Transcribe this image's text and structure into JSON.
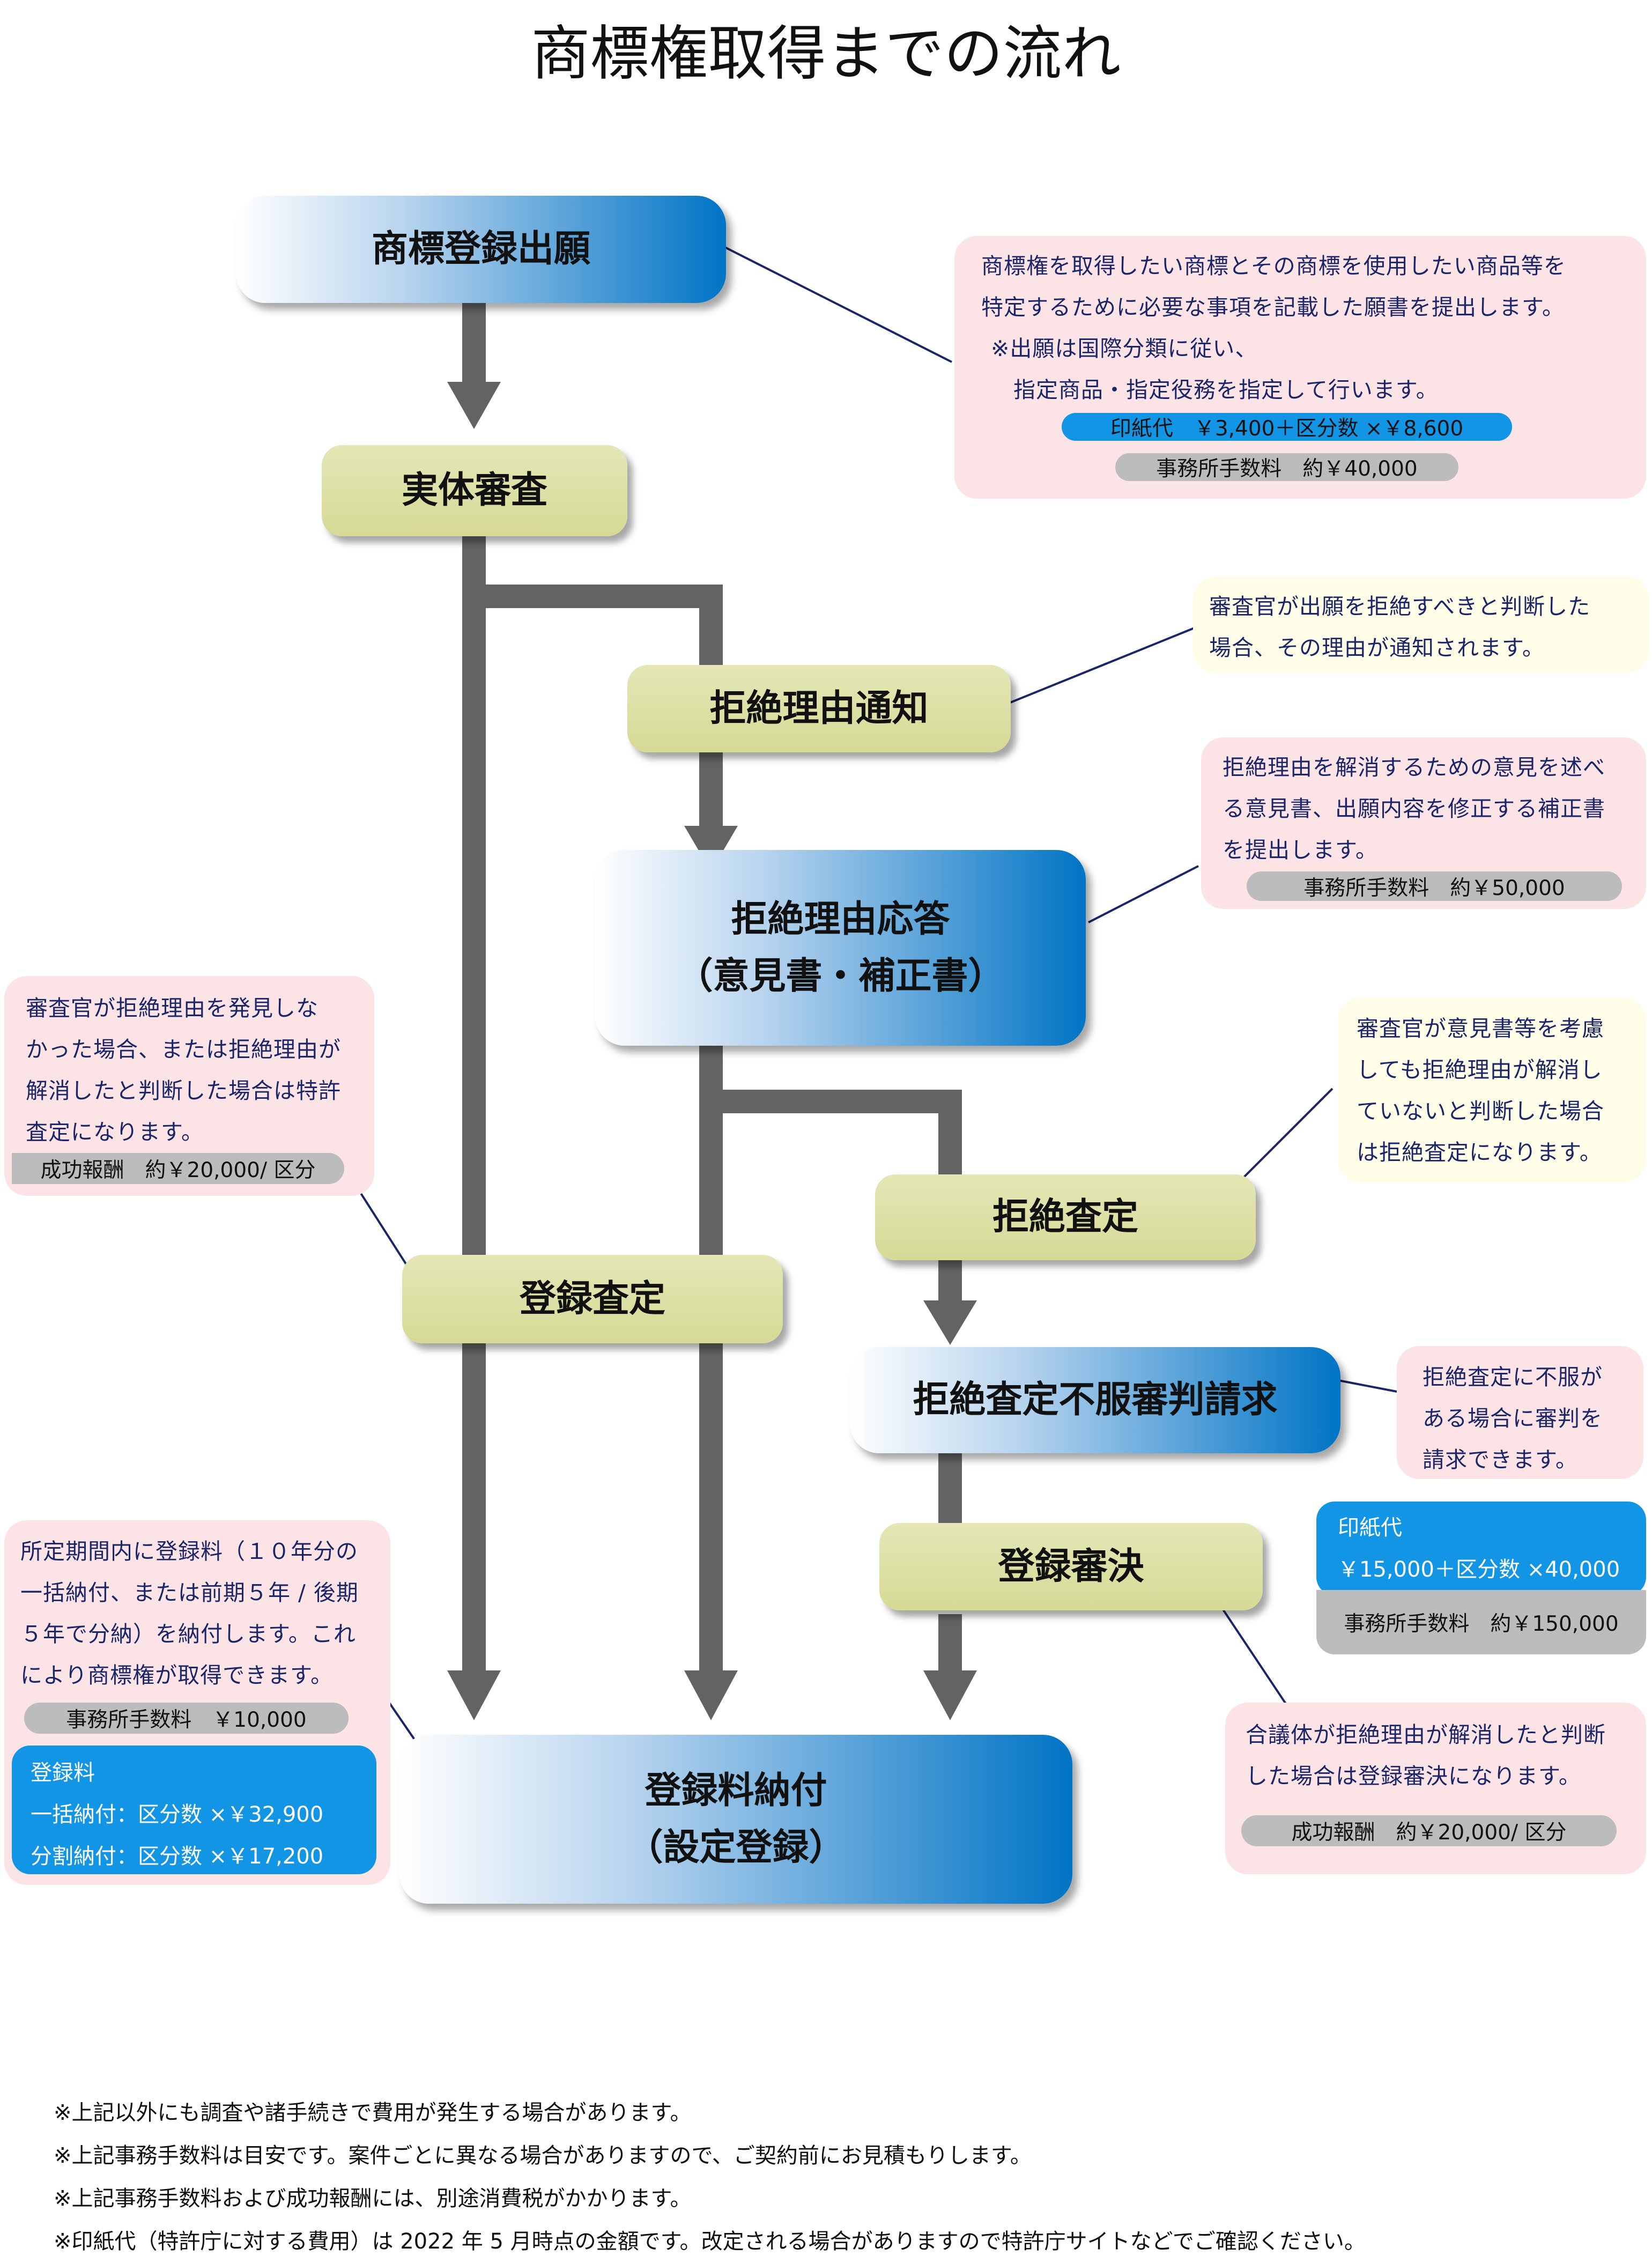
{
  "title": "商標権取得までの流れ",
  "nodes": {
    "application": "商標登録出願",
    "substantive_exam": "実体審査",
    "rejection_notice": "拒絶理由通知",
    "response_line1": "拒絶理由応答",
    "response_line2": "（意見書・補正書）",
    "registration_decision": "登録査定",
    "rejection_decision": "拒絶査定",
    "appeal": "拒絶査定不服審判請求",
    "appeal_registration": "登録審決",
    "fee_payment_line1": "登録料納付",
    "fee_payment_line2": "（設定登録）"
  },
  "notes": {
    "application": {
      "lines": [
        "商標権を取得したい商標とその商標を使用したい商品等を",
        "特定するために必要な事項を記載した願書を提出します。",
        "※出願は国際分類に従い、",
        "指定商品・指定役務を指定して行います。"
      ],
      "stamp_fee": "印紙代　￥3,400＋区分数 ×￥8,600",
      "office_fee": "事務所手数料　約￥40,000"
    },
    "rejection_notice": {
      "lines": [
        "審査官が出願を拒絶すべきと判断した",
        "場合、その理由が通知されます。"
      ]
    },
    "response": {
      "lines": [
        "拒絶理由を解消するための意見を述べ",
        "る意見書、出願内容を修正する補正書",
        "を提出します。"
      ],
      "office_fee": "事務所手数料　約￥50,000"
    },
    "registration_decision": {
      "lines": [
        "審査官が拒絶理由を発見しな",
        "かった場合、または拒絶理由が",
        "解消したと判断した場合は特許",
        "査定になります。"
      ],
      "success_fee": "成功報酬　約￥20,000/ 区分"
    },
    "rejection_decision": {
      "lines": [
        "審査官が意見書等を考慮",
        "しても拒絶理由が解消し",
        "ていないと判断した場合",
        "は拒絶査定になります。"
      ]
    },
    "appeal": {
      "lines": [
        "拒絶査定に不服が",
        "ある場合に審判を",
        "請求できます。"
      ]
    },
    "appeal_fees": {
      "stamp_label": "印紙代",
      "stamp_value": "￥15,000＋区分数 ×40,000",
      "office_fee": "事務所手数料　約￥150,000"
    },
    "appeal_registration": {
      "lines": [
        "合議体が拒絶理由が解消したと判断",
        "した場合は登録審決になります。"
      ],
      "success_fee": "成功報酬　約￥20,000/ 区分"
    },
    "fee_payment": {
      "lines": [
        "所定期間内に登録料（１０年分の",
        "一括納付、または前期５年 / 後期",
        "５年で分納）を納付します。これ",
        "により商標権が取得できます。"
      ],
      "office_fee": "事務所手数料　￥10,000",
      "reg_fee_label": "登録料",
      "reg_fee_lump": "一括納付：区分数 ×￥32,900",
      "reg_fee_split": "分割納付：区分数 ×￥17,200"
    }
  },
  "footnotes": [
    "※上記以外にも調査や諸手続きで費用が発生する場合があります。",
    "※上記事務手数料は目安です。案件ごとに異なる場合がありますので、ご契約前にお見積もりします。",
    "※上記事務手数料および成功報酬には、別途消費税がかかります。",
    "※印紙代（特許庁に対する費用）は 2022 年 5 月時点の金額です。改定される場合がありますので特許庁サイトなどでご確認ください。"
  ],
  "colors": {
    "connector": "#636363",
    "node_green": "#d6da95",
    "node_blue": "#0074c5",
    "note_pink": "#fbe3e6",
    "note_cream": "#fffde8",
    "note_text": "#1b2668",
    "pill_blue": "#1395e5",
    "pill_gray": "#bcbcbc",
    "leader_line": "#1b2668"
  }
}
